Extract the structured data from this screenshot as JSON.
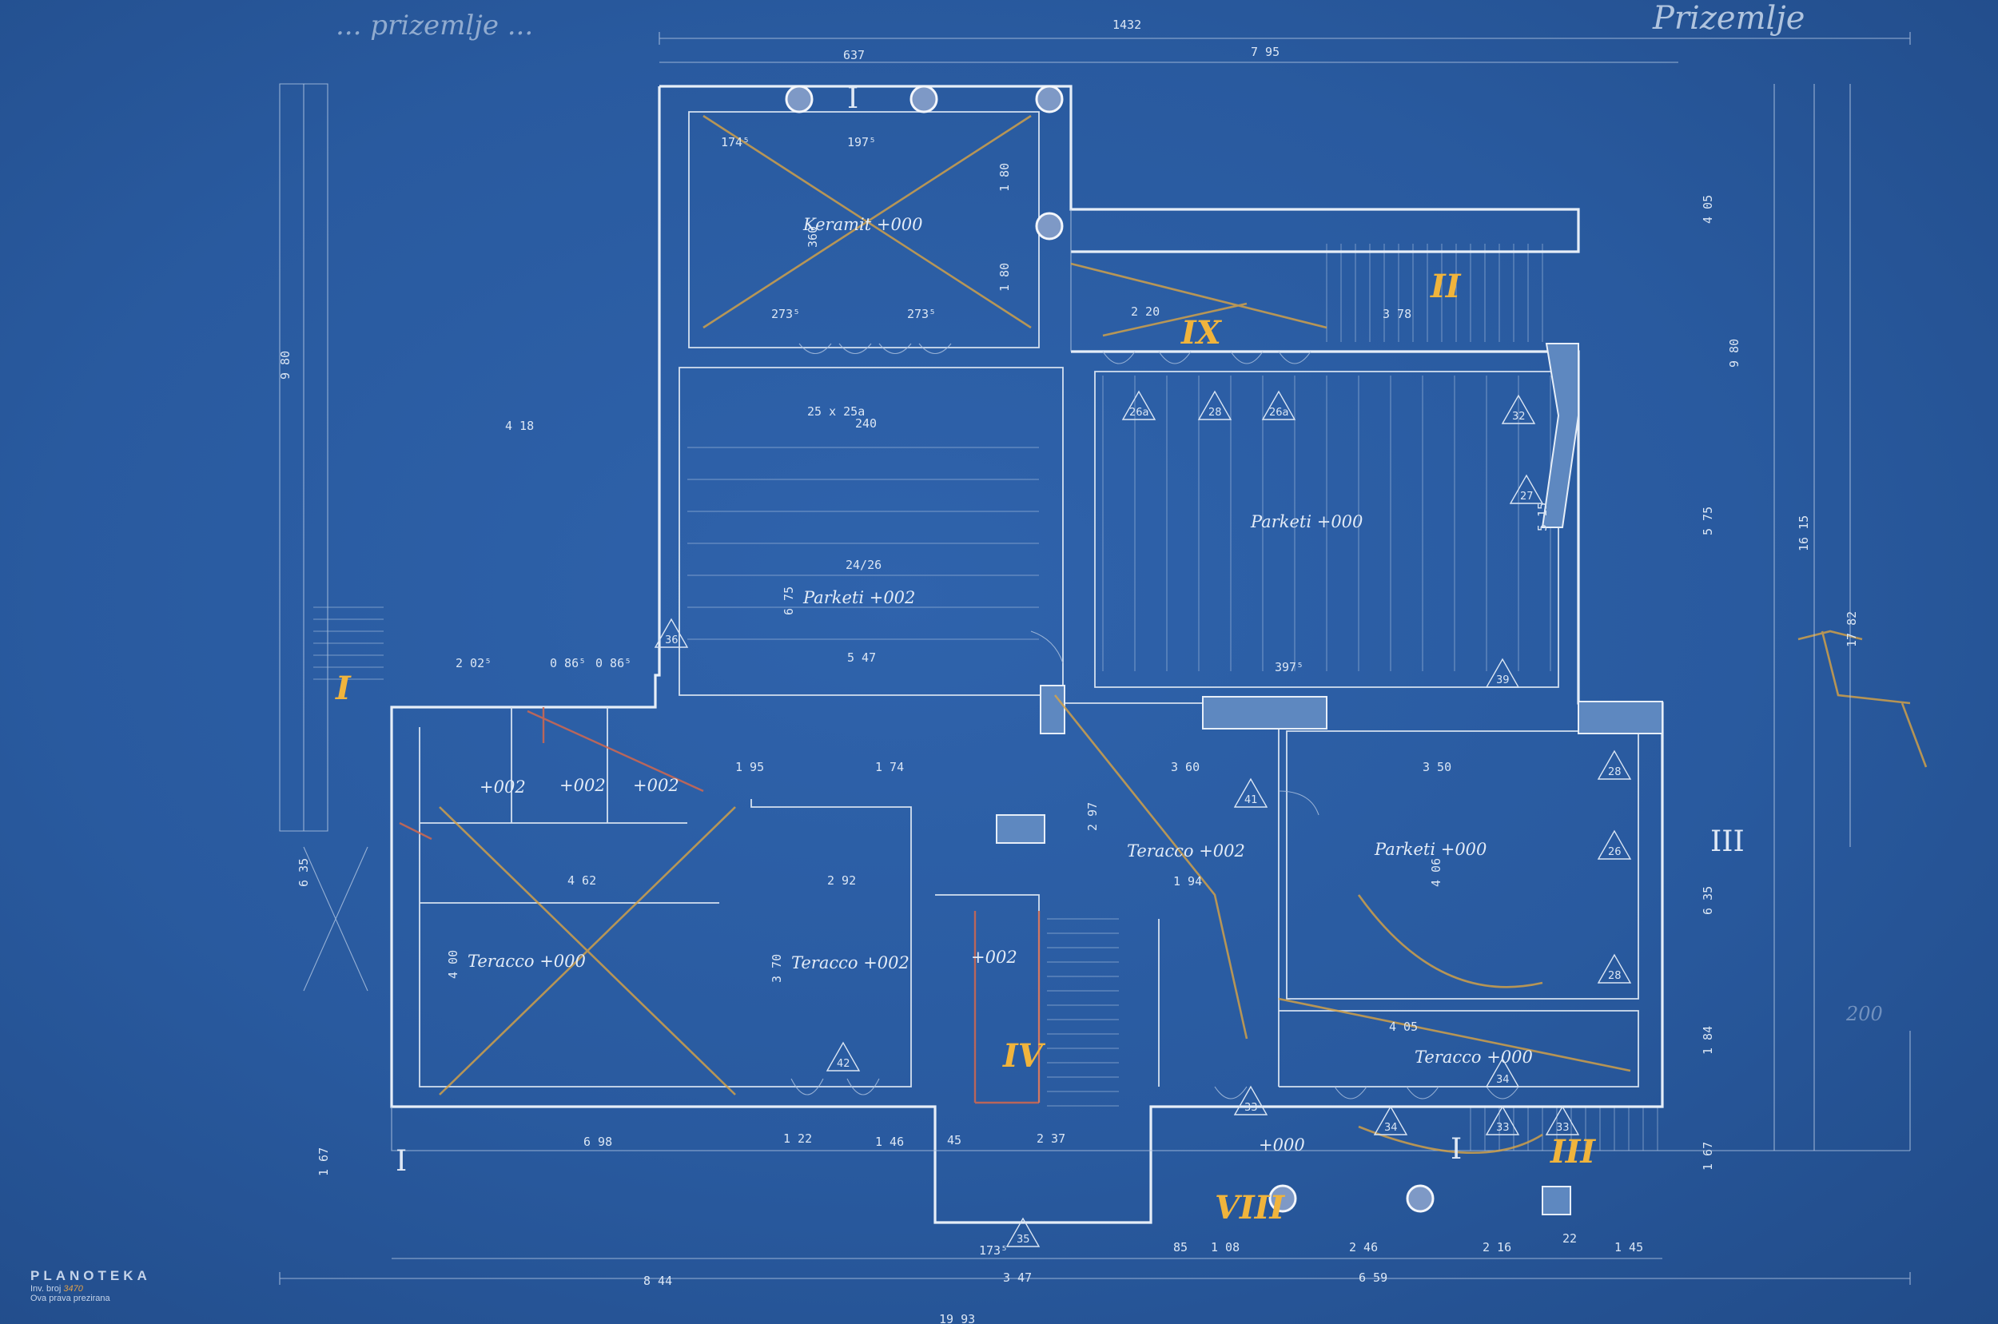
{
  "sheet": {
    "title_left": "... prizemlje ...",
    "title_right": "Prizemlje",
    "paper_color": "#2a5ba2",
    "line_color": "#e6eef8",
    "annotation_color": "#d9a444"
  },
  "stamp": {
    "title": "PLANOTEKA",
    "inv_label": "Inv. broj",
    "inv_number": "3470",
    "footer": "Ova prava prezirana"
  },
  "scale_note": "200",
  "rooms": [
    {
      "id": "r1",
      "label": "Keramit +000"
    },
    {
      "id": "r2",
      "label": "Parketi +002"
    },
    {
      "id": "r3",
      "label": "Parketi +000"
    },
    {
      "id": "r4",
      "label": "Teracco +002"
    },
    {
      "id": "r5",
      "label": "Parketi +000"
    },
    {
      "id": "r6",
      "label": "Teracco +000"
    },
    {
      "id": "r7",
      "label": "Teracco +002"
    },
    {
      "id": "r8",
      "label": "+002"
    },
    {
      "id": "r9",
      "label": "+002"
    },
    {
      "id": "r10",
      "label": "+002"
    },
    {
      "id": "r11",
      "label": "Teracco +000"
    },
    {
      "id": "r12",
      "label": "+000"
    },
    {
      "id": "r13",
      "label": "+002"
    }
  ],
  "roman_marks": [
    "II",
    "I",
    "IX",
    "III",
    "IV",
    "VIII",
    "III",
    "I",
    "I",
    "I"
  ],
  "dimensions": {
    "top_total": "1432",
    "top_left": "637",
    "top_right": "7 95",
    "bottom_total": "19 93",
    "bottom_left": "8 44",
    "bottom_mid": "3 47",
    "bottom_right": "6 59",
    "left_total": "9 80",
    "left_lower": "6 35",
    "right_total": "9 80",
    "right_outer": "16 15",
    "far_right": "17 82",
    "right_a": "4 05",
    "right_b": "5 75",
    "right_c": "6 35",
    "right_d": "1 84",
    "right_e": "1 67",
    "d_174": "174⁵",
    "d_197": "197⁵",
    "d_273a": "273⁵",
    "d_273b": "273⁵",
    "d_360": "360",
    "d_180a": "1 80",
    "d_180b": "1 80",
    "d_418": "4 18",
    "d_240": "240",
    "d_547": "5 47",
    "d_675": "6 75",
    "d_515": "5 15",
    "d_397": "397⁵",
    "d_350": "3 50",
    "d_406": "4 06",
    "d_462": "4 62",
    "d_292": "2 92",
    "d_370": "3 70",
    "d_400": "4 00",
    "d_698": "6 98",
    "d_146": "1 46",
    "d_237": "2 37",
    "d_246": "2 46",
    "d_216": "2 16",
    "d_145": "1 45",
    "d_108": "1 08",
    "d_405": "4 05",
    "d_360b": "3 60",
    "d_194": "1 94",
    "d_297": "2 97",
    "d_220": "2 20",
    "d_378": "3 78",
    "d_2626": "24/26",
    "d_2025": "25 x 25a",
    "d_202": "2 02⁵",
    "d_86a": "0 86⁵",
    "d_86b": "0 86⁵",
    "d_174b": "1 74",
    "d_195": "1 95",
    "d_167": "1 67",
    "d_122": "1 22",
    "d_45": "45",
    "d_173": "173⁵",
    "d_85": "85",
    "d_22": "22"
  },
  "markers": [
    "26a",
    "28",
    "26a",
    "27",
    "41",
    "42",
    "32",
    "28",
    "26",
    "28",
    "39",
    "35",
    "33",
    "34",
    "34",
    "33",
    "33",
    "36"
  ]
}
